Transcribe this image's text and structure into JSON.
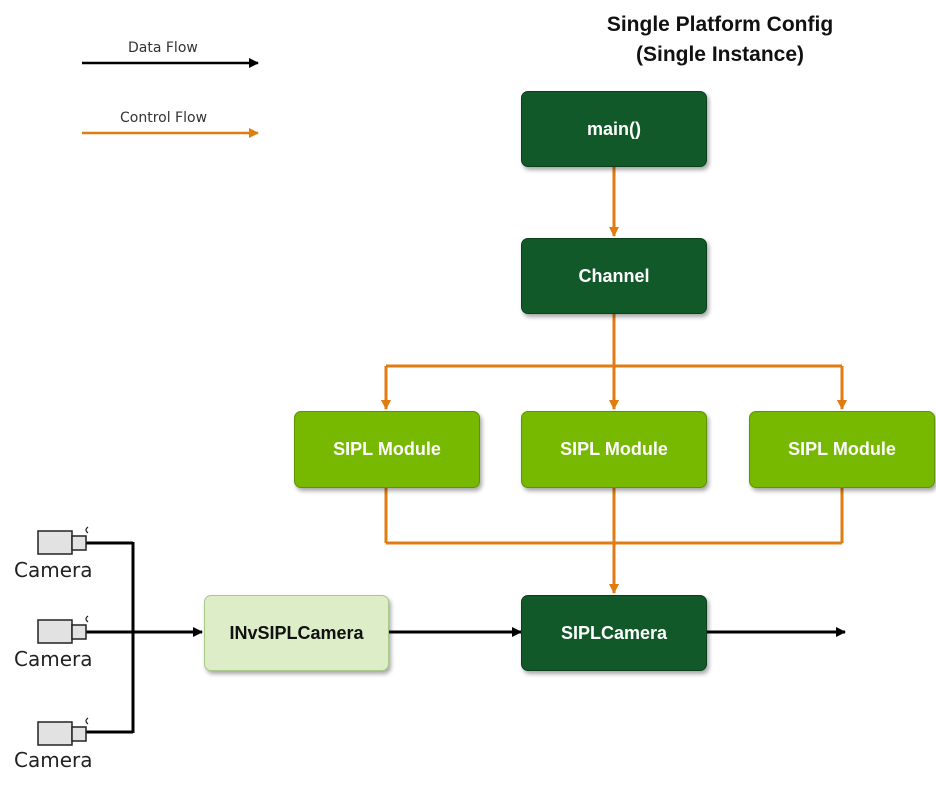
{
  "title_line1": "Single Platform Config",
  "title_line2": "(Single Instance)",
  "legend": {
    "data_flow": "Data Flow",
    "control_flow": "Control Flow"
  },
  "colors": {
    "data_flow": "#000000",
    "control_flow": "#e07c10",
    "dark_green": "#12592a",
    "nvidia_green": "#76b900",
    "pale_green": "#dcedc8"
  },
  "boxes": {
    "main": "main()",
    "channel": "Channel",
    "sipl_module_1": "SIPL Module",
    "sipl_module_2": "SIPL Module",
    "sipl_module_3": "SIPL Module",
    "insiplcamera": "INvSIPLCamera",
    "siplcamera": "SIPLCamera"
  },
  "cameras": [
    "Camera",
    "Camera",
    "Camera"
  ]
}
